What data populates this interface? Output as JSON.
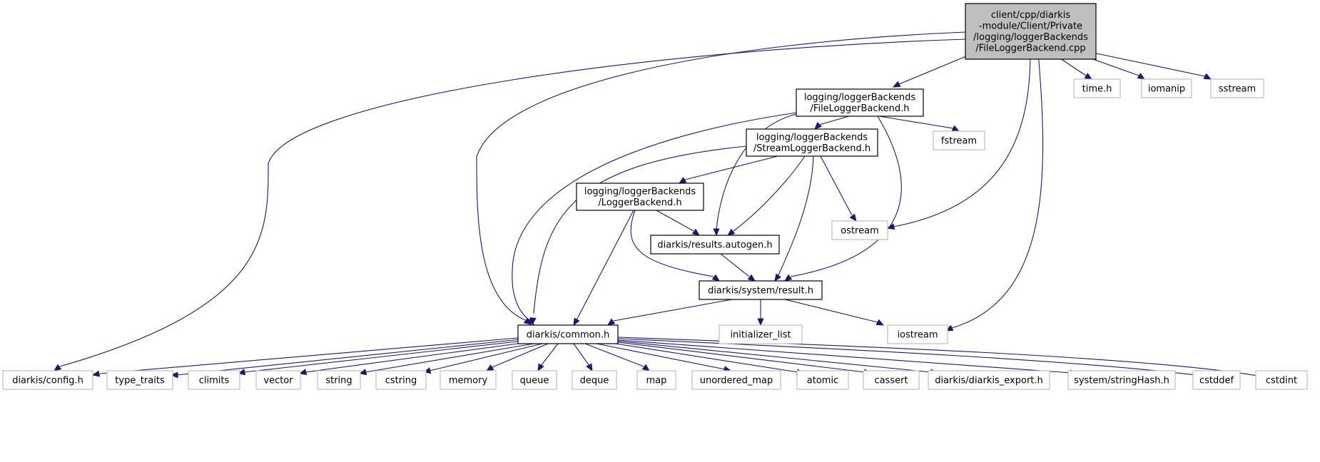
{
  "diagram": {
    "type": "include-dependency-graph",
    "colors": {
      "edge": "#191970",
      "root_fill": "#bfbfbf",
      "documented_border": "#000000",
      "external_border": "#bfbfbf"
    },
    "nodes": [
      {
        "id": "root",
        "kind": "root",
        "lines": [
          "client/cpp/diarkis",
          "-module/Client/Private",
          "/logging/loggerBackends",
          "/FileLoggerBackend.cpp"
        ]
      },
      {
        "id": "flb_h",
        "kind": "documented",
        "lines": [
          "logging/loggerBackends",
          "/FileLoggerBackend.h"
        ]
      },
      {
        "id": "time_h",
        "kind": "external",
        "lines": [
          "time.h"
        ]
      },
      {
        "id": "iomanip",
        "kind": "external",
        "lines": [
          "iomanip"
        ]
      },
      {
        "id": "sstream",
        "kind": "external",
        "lines": [
          "sstream"
        ]
      },
      {
        "id": "fstream",
        "kind": "external",
        "lines": [
          "fstream"
        ]
      },
      {
        "id": "slb_h",
        "kind": "documented",
        "lines": [
          "logging/loggerBackends",
          "/StreamLoggerBackend.h"
        ]
      },
      {
        "id": "ostream",
        "kind": "external",
        "lines": [
          "ostream"
        ]
      },
      {
        "id": "lb_h",
        "kind": "documented",
        "lines": [
          "logging/loggerBackends",
          "/LoggerBackend.h"
        ]
      },
      {
        "id": "results",
        "kind": "documented",
        "lines": [
          "diarkis/results.autogen.h"
        ]
      },
      {
        "id": "result",
        "kind": "documented",
        "lines": [
          "diarkis/system/result.h"
        ]
      },
      {
        "id": "common",
        "kind": "documented",
        "lines": [
          "diarkis/common.h"
        ]
      },
      {
        "id": "init_list",
        "kind": "external",
        "lines": [
          "initializer_list"
        ]
      },
      {
        "id": "iostream",
        "kind": "external",
        "lines": [
          "iostream"
        ]
      },
      {
        "id": "config",
        "kind": "external",
        "lines": [
          "diarkis/config.h"
        ]
      },
      {
        "id": "type_traits",
        "kind": "external",
        "lines": [
          "type_traits"
        ]
      },
      {
        "id": "climits",
        "kind": "external",
        "lines": [
          "climits"
        ]
      },
      {
        "id": "vector",
        "kind": "external",
        "lines": [
          "vector"
        ]
      },
      {
        "id": "string",
        "kind": "external",
        "lines": [
          "string"
        ]
      },
      {
        "id": "cstring",
        "kind": "external",
        "lines": [
          "cstring"
        ]
      },
      {
        "id": "memory",
        "kind": "external",
        "lines": [
          "memory"
        ]
      },
      {
        "id": "queue",
        "kind": "external",
        "lines": [
          "queue"
        ]
      },
      {
        "id": "deque",
        "kind": "external",
        "lines": [
          "deque"
        ]
      },
      {
        "id": "map",
        "kind": "external",
        "lines": [
          "map"
        ]
      },
      {
        "id": "unordered_map",
        "kind": "external",
        "lines": [
          "unordered_map"
        ]
      },
      {
        "id": "atomic",
        "kind": "external",
        "lines": [
          "atomic"
        ]
      },
      {
        "id": "cassert",
        "kind": "external",
        "lines": [
          "cassert"
        ]
      },
      {
        "id": "export_h",
        "kind": "external",
        "lines": [
          "diarkis/diarkis_export.h"
        ]
      },
      {
        "id": "stringhash",
        "kind": "external",
        "lines": [
          "system/stringHash.h"
        ]
      },
      {
        "id": "cstddef",
        "kind": "external",
        "lines": [
          "cstddef"
        ]
      },
      {
        "id": "cstdint",
        "kind": "external",
        "lines": [
          "cstdint"
        ]
      }
    ],
    "edges": [
      {
        "from": "root",
        "to": "flb_h"
      },
      {
        "from": "root",
        "to": "time_h"
      },
      {
        "from": "root",
        "to": "iomanip"
      },
      {
        "from": "root",
        "to": "sstream"
      },
      {
        "from": "root",
        "to": "ostream"
      },
      {
        "from": "root",
        "to": "iostream"
      },
      {
        "from": "root",
        "to": "common"
      },
      {
        "from": "root",
        "to": "config"
      },
      {
        "from": "flb_h",
        "to": "fstream"
      },
      {
        "from": "flb_h",
        "to": "slb_h"
      },
      {
        "from": "flb_h",
        "to": "results"
      },
      {
        "from": "flb_h",
        "to": "result"
      },
      {
        "from": "flb_h",
        "to": "common"
      },
      {
        "from": "slb_h",
        "to": "ostream"
      },
      {
        "from": "slb_h",
        "to": "lb_h"
      },
      {
        "from": "slb_h",
        "to": "results"
      },
      {
        "from": "slb_h",
        "to": "result"
      },
      {
        "from": "slb_h",
        "to": "common"
      },
      {
        "from": "lb_h",
        "to": "results"
      },
      {
        "from": "lb_h",
        "to": "result"
      },
      {
        "from": "lb_h",
        "to": "common"
      },
      {
        "from": "results",
        "to": "result"
      },
      {
        "from": "result",
        "to": "common"
      },
      {
        "from": "result",
        "to": "init_list"
      },
      {
        "from": "result",
        "to": "iostream"
      },
      {
        "from": "common",
        "to": "config"
      },
      {
        "from": "common",
        "to": "type_traits"
      },
      {
        "from": "common",
        "to": "climits"
      },
      {
        "from": "common",
        "to": "vector"
      },
      {
        "from": "common",
        "to": "string"
      },
      {
        "from": "common",
        "to": "cstring"
      },
      {
        "from": "common",
        "to": "memory"
      },
      {
        "from": "common",
        "to": "queue"
      },
      {
        "from": "common",
        "to": "deque"
      },
      {
        "from": "common",
        "to": "map"
      },
      {
        "from": "common",
        "to": "unordered_map"
      },
      {
        "from": "common",
        "to": "atomic"
      },
      {
        "from": "common",
        "to": "cassert"
      },
      {
        "from": "common",
        "to": "export_h"
      },
      {
        "from": "common",
        "to": "stringhash"
      },
      {
        "from": "common",
        "to": "cstddef"
      },
      {
        "from": "common",
        "to": "cstdint"
      }
    ]
  }
}
